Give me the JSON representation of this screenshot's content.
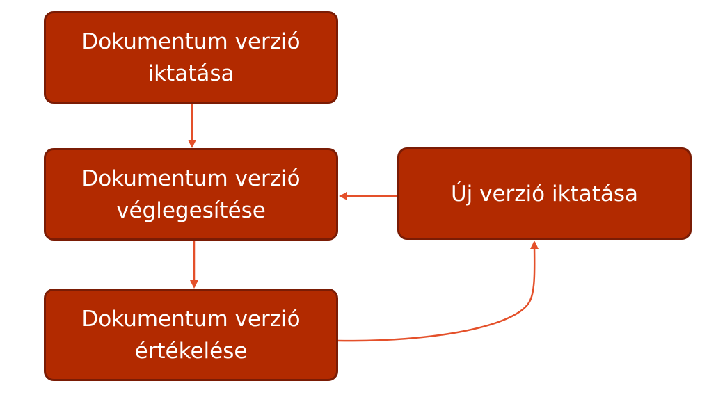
{
  "diagram": {
    "nodes": [
      {
        "id": "registration",
        "label": "Dokumentum verzió\niktatása"
      },
      {
        "id": "finalization",
        "label": "Dokumentum verzió\nvéglegesítése"
      },
      {
        "id": "evaluation",
        "label": "Dokumentum verzió\nértékelése"
      },
      {
        "id": "new-version",
        "label": "Új verzió iktatása"
      }
    ],
    "edges": [
      {
        "from": "registration",
        "to": "finalization"
      },
      {
        "from": "finalization",
        "to": "evaluation"
      },
      {
        "from": "evaluation",
        "to": "new-version"
      },
      {
        "from": "new-version",
        "to": "finalization"
      }
    ],
    "colors": {
      "node_fill": "#b22a00",
      "node_border": "#7a1c05",
      "node_text": "#ffffff",
      "connector": "#e4502a"
    }
  }
}
